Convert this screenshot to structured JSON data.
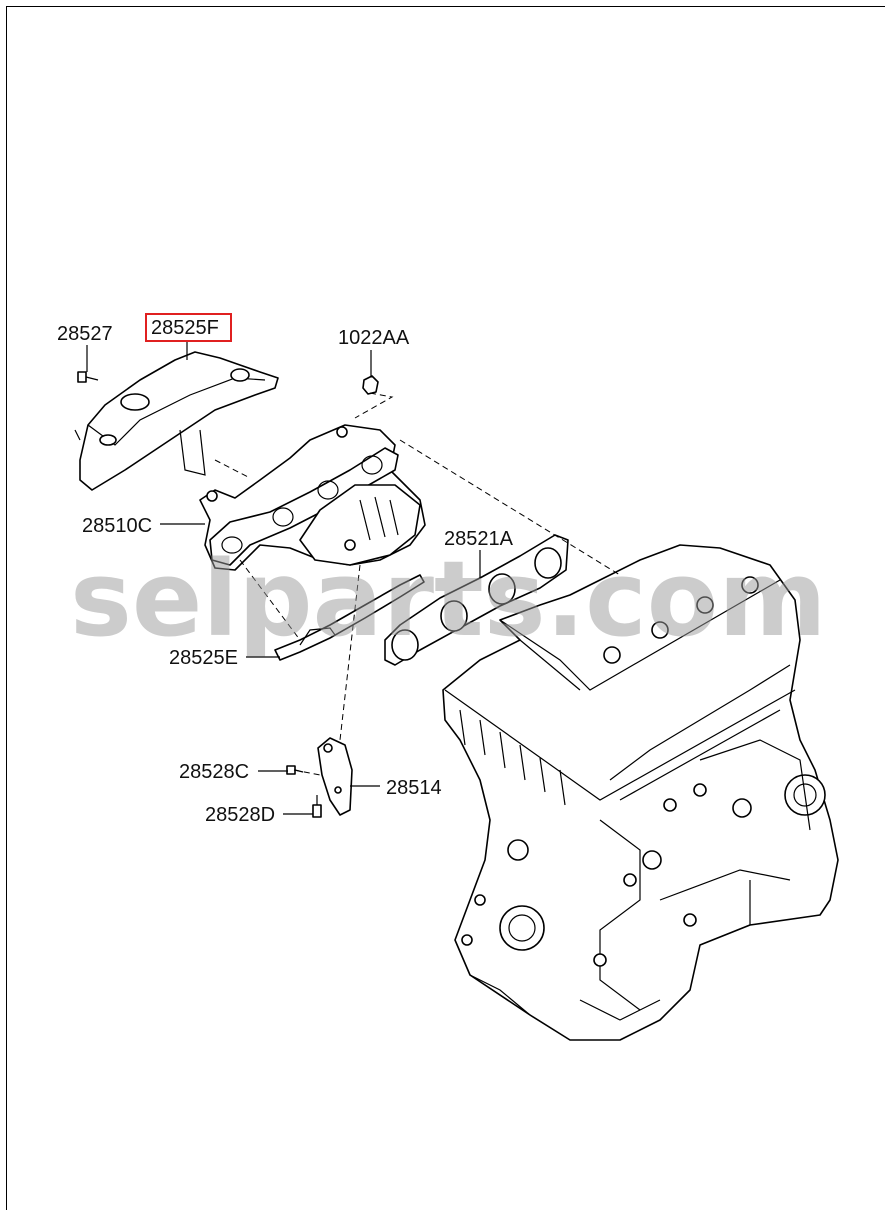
{
  "labels": {
    "p28527": "28527",
    "p28525F": "28525F",
    "p1022AA": "1022AA",
    "p28510C": "28510C",
    "p28521A": "28521A",
    "p28525E": "28525E",
    "p28528C": "28528C",
    "p28514": "28514",
    "p28528D": "28528D"
  },
  "highlighted_part": "28525F",
  "highlight_color": "#e02020",
  "watermark": "selparts.com"
}
